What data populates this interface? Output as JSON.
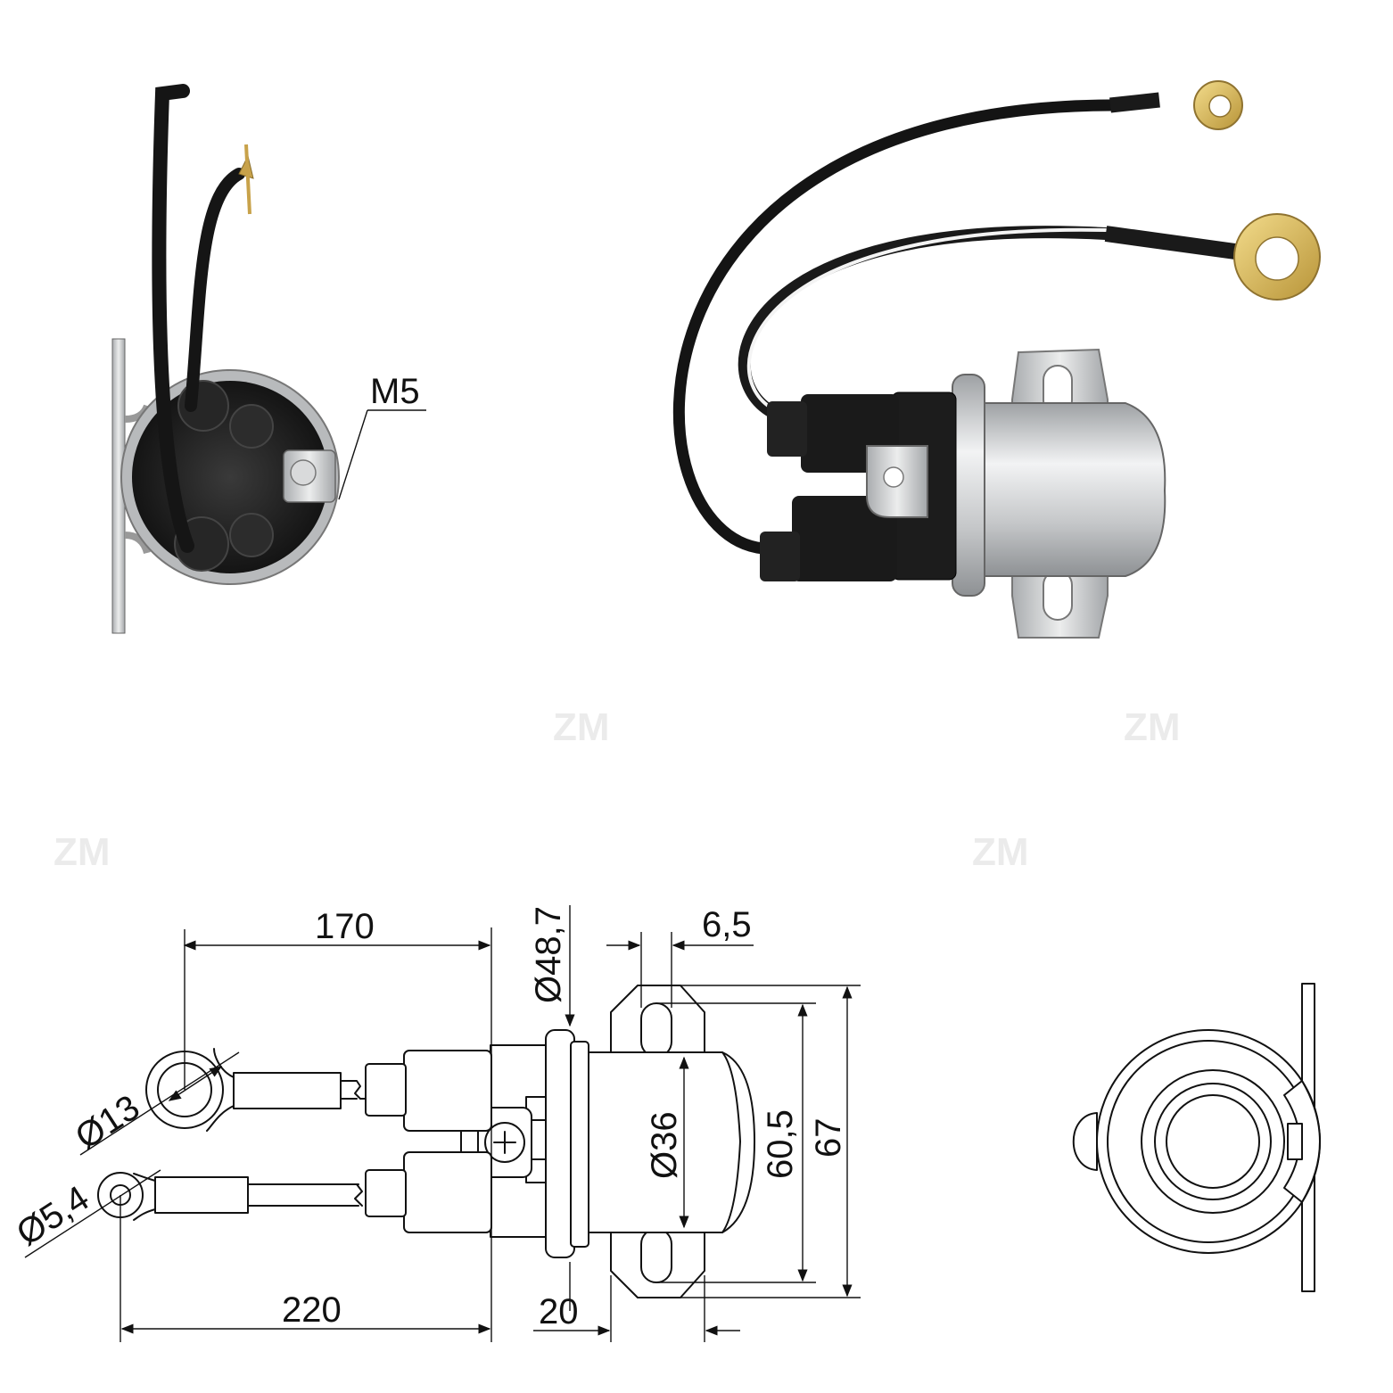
{
  "watermark": {
    "text": "ZM"
  },
  "labels": {
    "thread": "M5",
    "lead_upper_length": "170",
    "lead_lower_length": "220",
    "flange_diameter": "Ø48,7",
    "slot_width": "6,5",
    "upper_ring_diameter": "Ø13",
    "lower_ring_diameter": "Ø5,4",
    "body_diameter": "Ø36",
    "hole_spacing": "60,5",
    "bracket_height": "67",
    "bracket_width": "20"
  },
  "colors": {
    "line": "#111111",
    "steel": "#c9cbcd",
    "rubber": "#1e1e1e",
    "brass": "#d2b45a",
    "watermark": "#dcdcdc"
  }
}
